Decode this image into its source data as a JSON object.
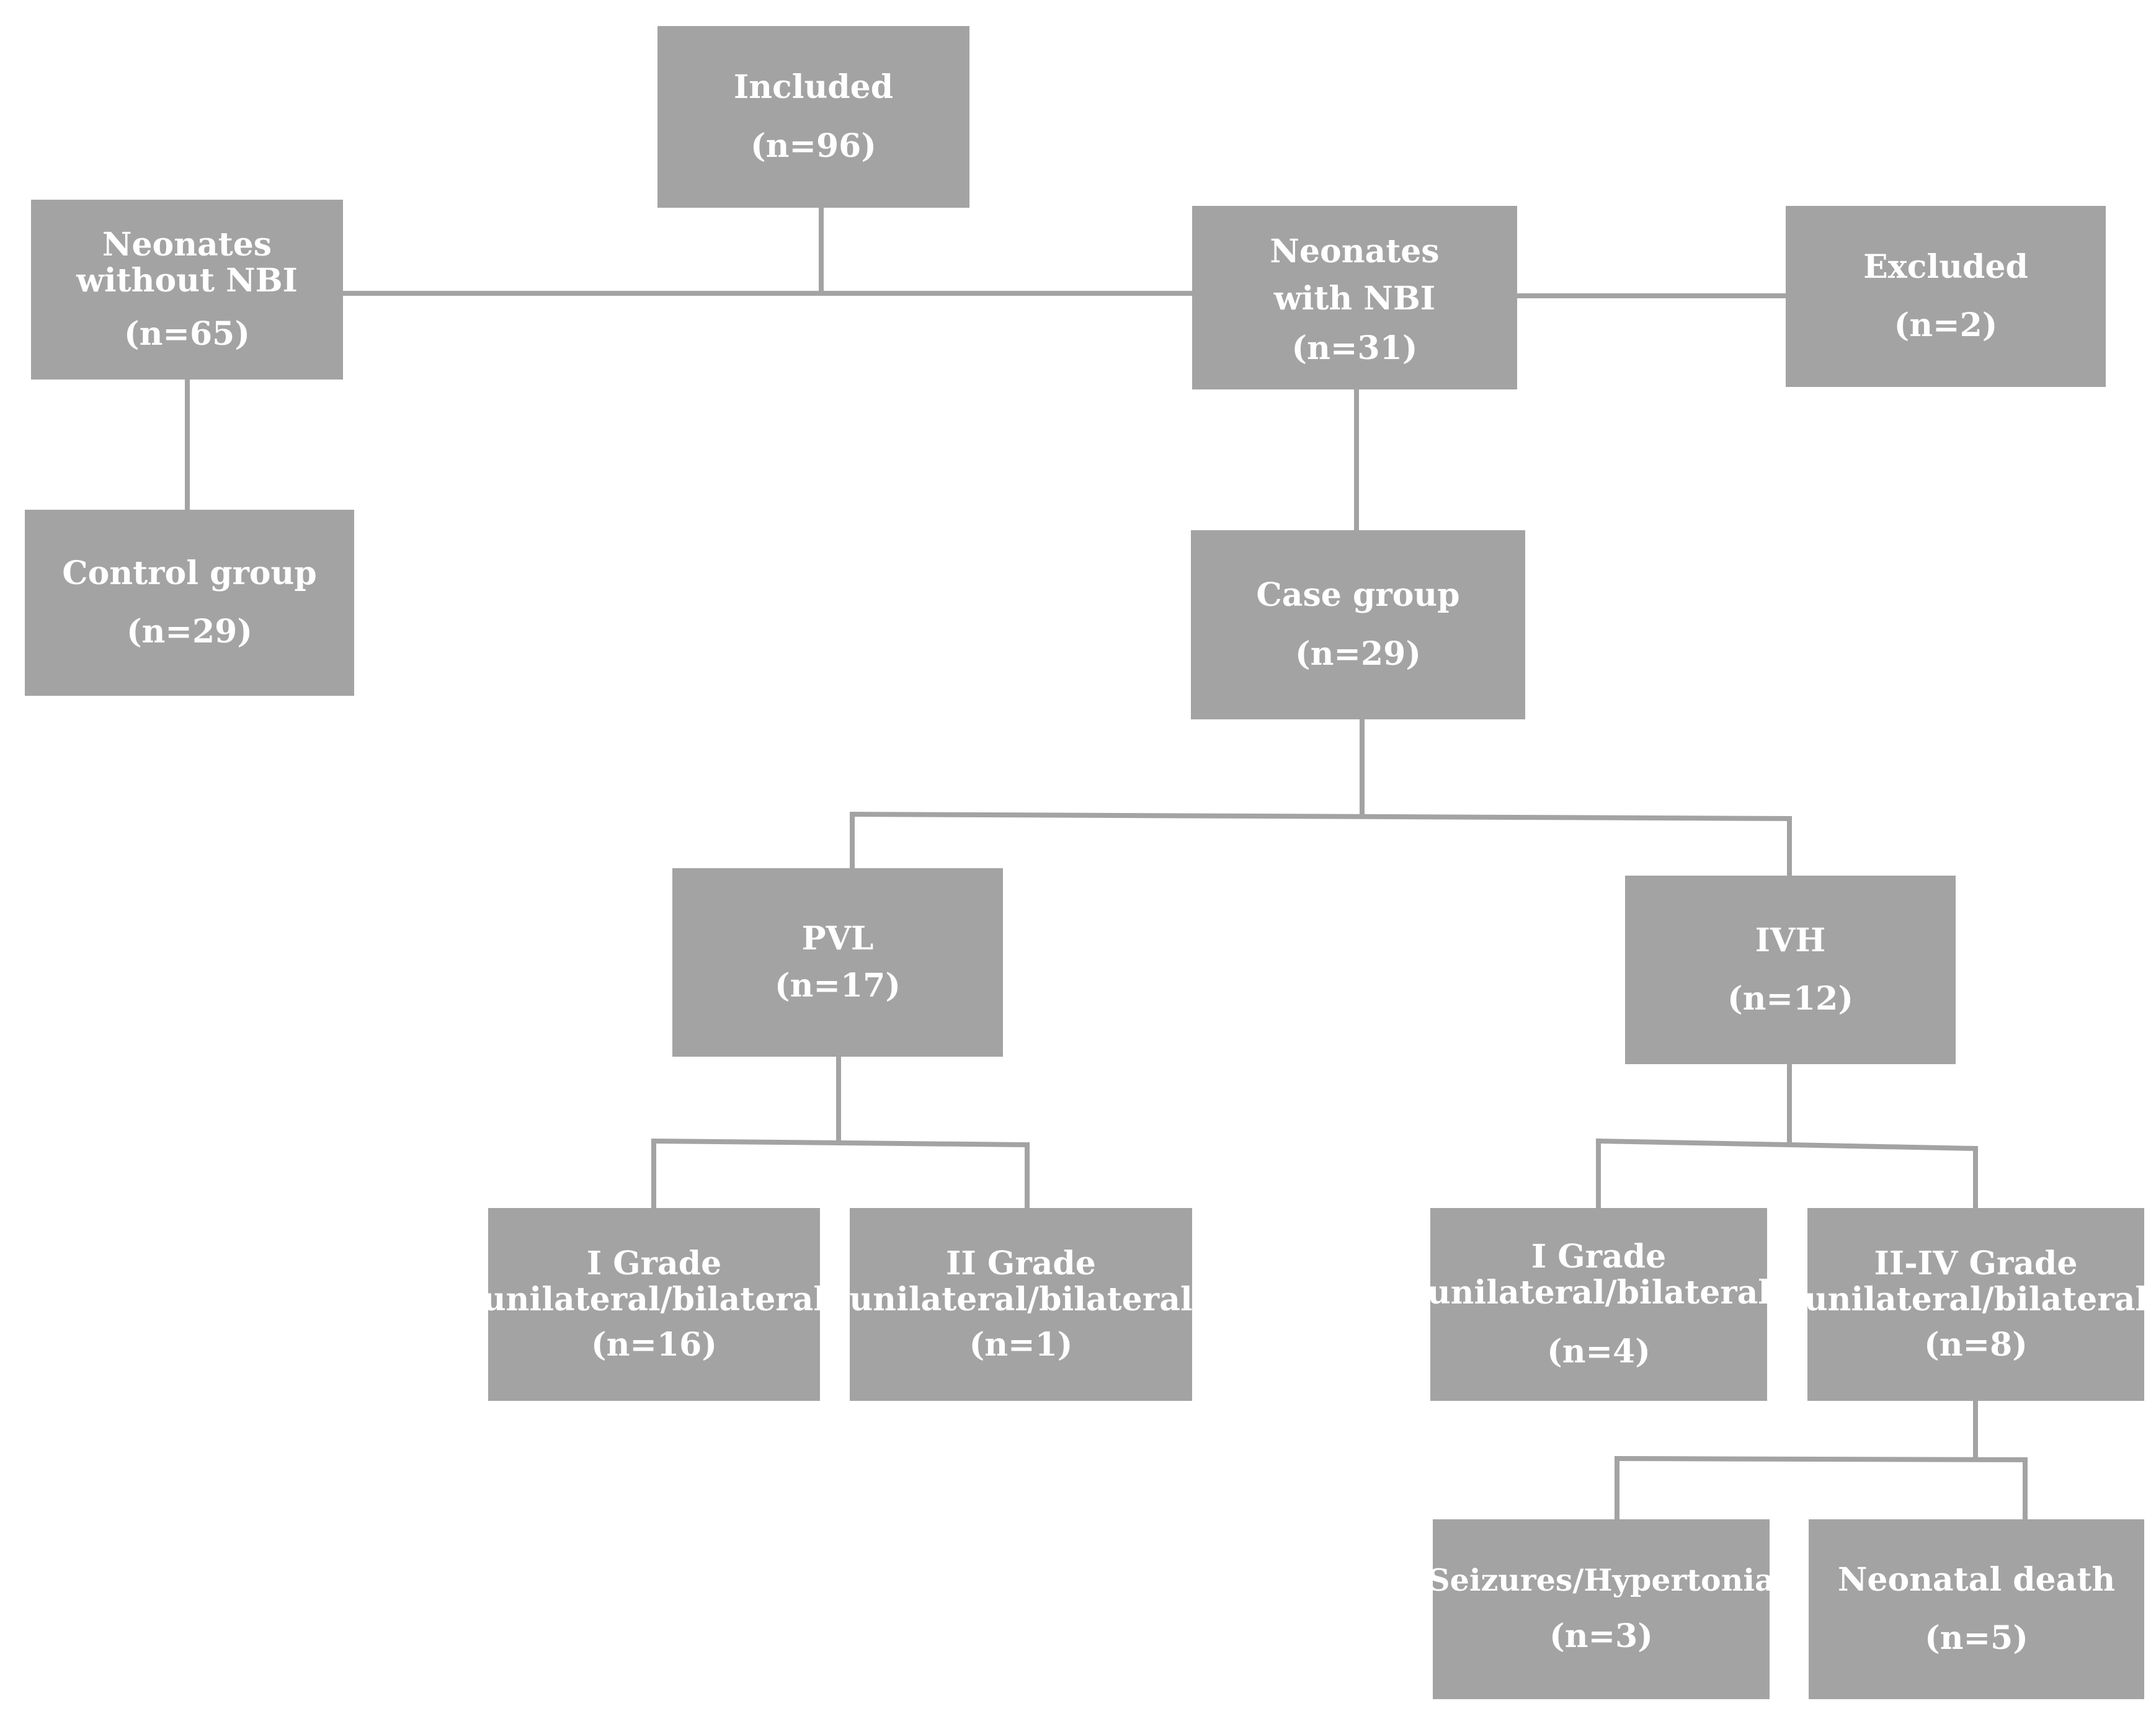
{
  "nodes": {
    "included": {
      "label": "Included",
      "count": "(n=96)"
    },
    "without_nbi": {
      "label": "Neonates without NBI",
      "count": "(n=65)"
    },
    "with_nbi": {
      "label": "Neonates with NBI",
      "count": "(n=31)"
    },
    "excluded": {
      "label": "Excluded",
      "count": "(n=2)"
    },
    "control": {
      "label": "Control group",
      "count": "(n=29)"
    },
    "case": {
      "label": "Case group",
      "count": "(n=29)"
    },
    "pvl": {
      "label": "PVL",
      "count": "(n=17)"
    },
    "ivh": {
      "label": "IVH",
      "count": "(n=12)"
    },
    "pvl_grade1": {
      "label": "I Grade unilateral/bilateral",
      "count": "(n=16)"
    },
    "pvl_grade2": {
      "label": "II Grade unilateral/bilateral",
      "count": "(n=1)"
    },
    "ivh_grade1": {
      "label": "I Grade unilateral/bilateral",
      "count": "(n=4)"
    },
    "ivh_grade2_4": {
      "label": "II-IV Grade unilateral/bilateral",
      "count": "(n=8)"
    },
    "seizures": {
      "label": "Seizures/Hypertonia",
      "count": "(n=3)"
    },
    "neonatal_death": {
      "label": "Neonatal death",
      "count": "(n=5)"
    }
  },
  "colors": {
    "box_fill": "#a3a3a3",
    "line": "#a3a3a3",
    "text": "#ffffff"
  }
}
